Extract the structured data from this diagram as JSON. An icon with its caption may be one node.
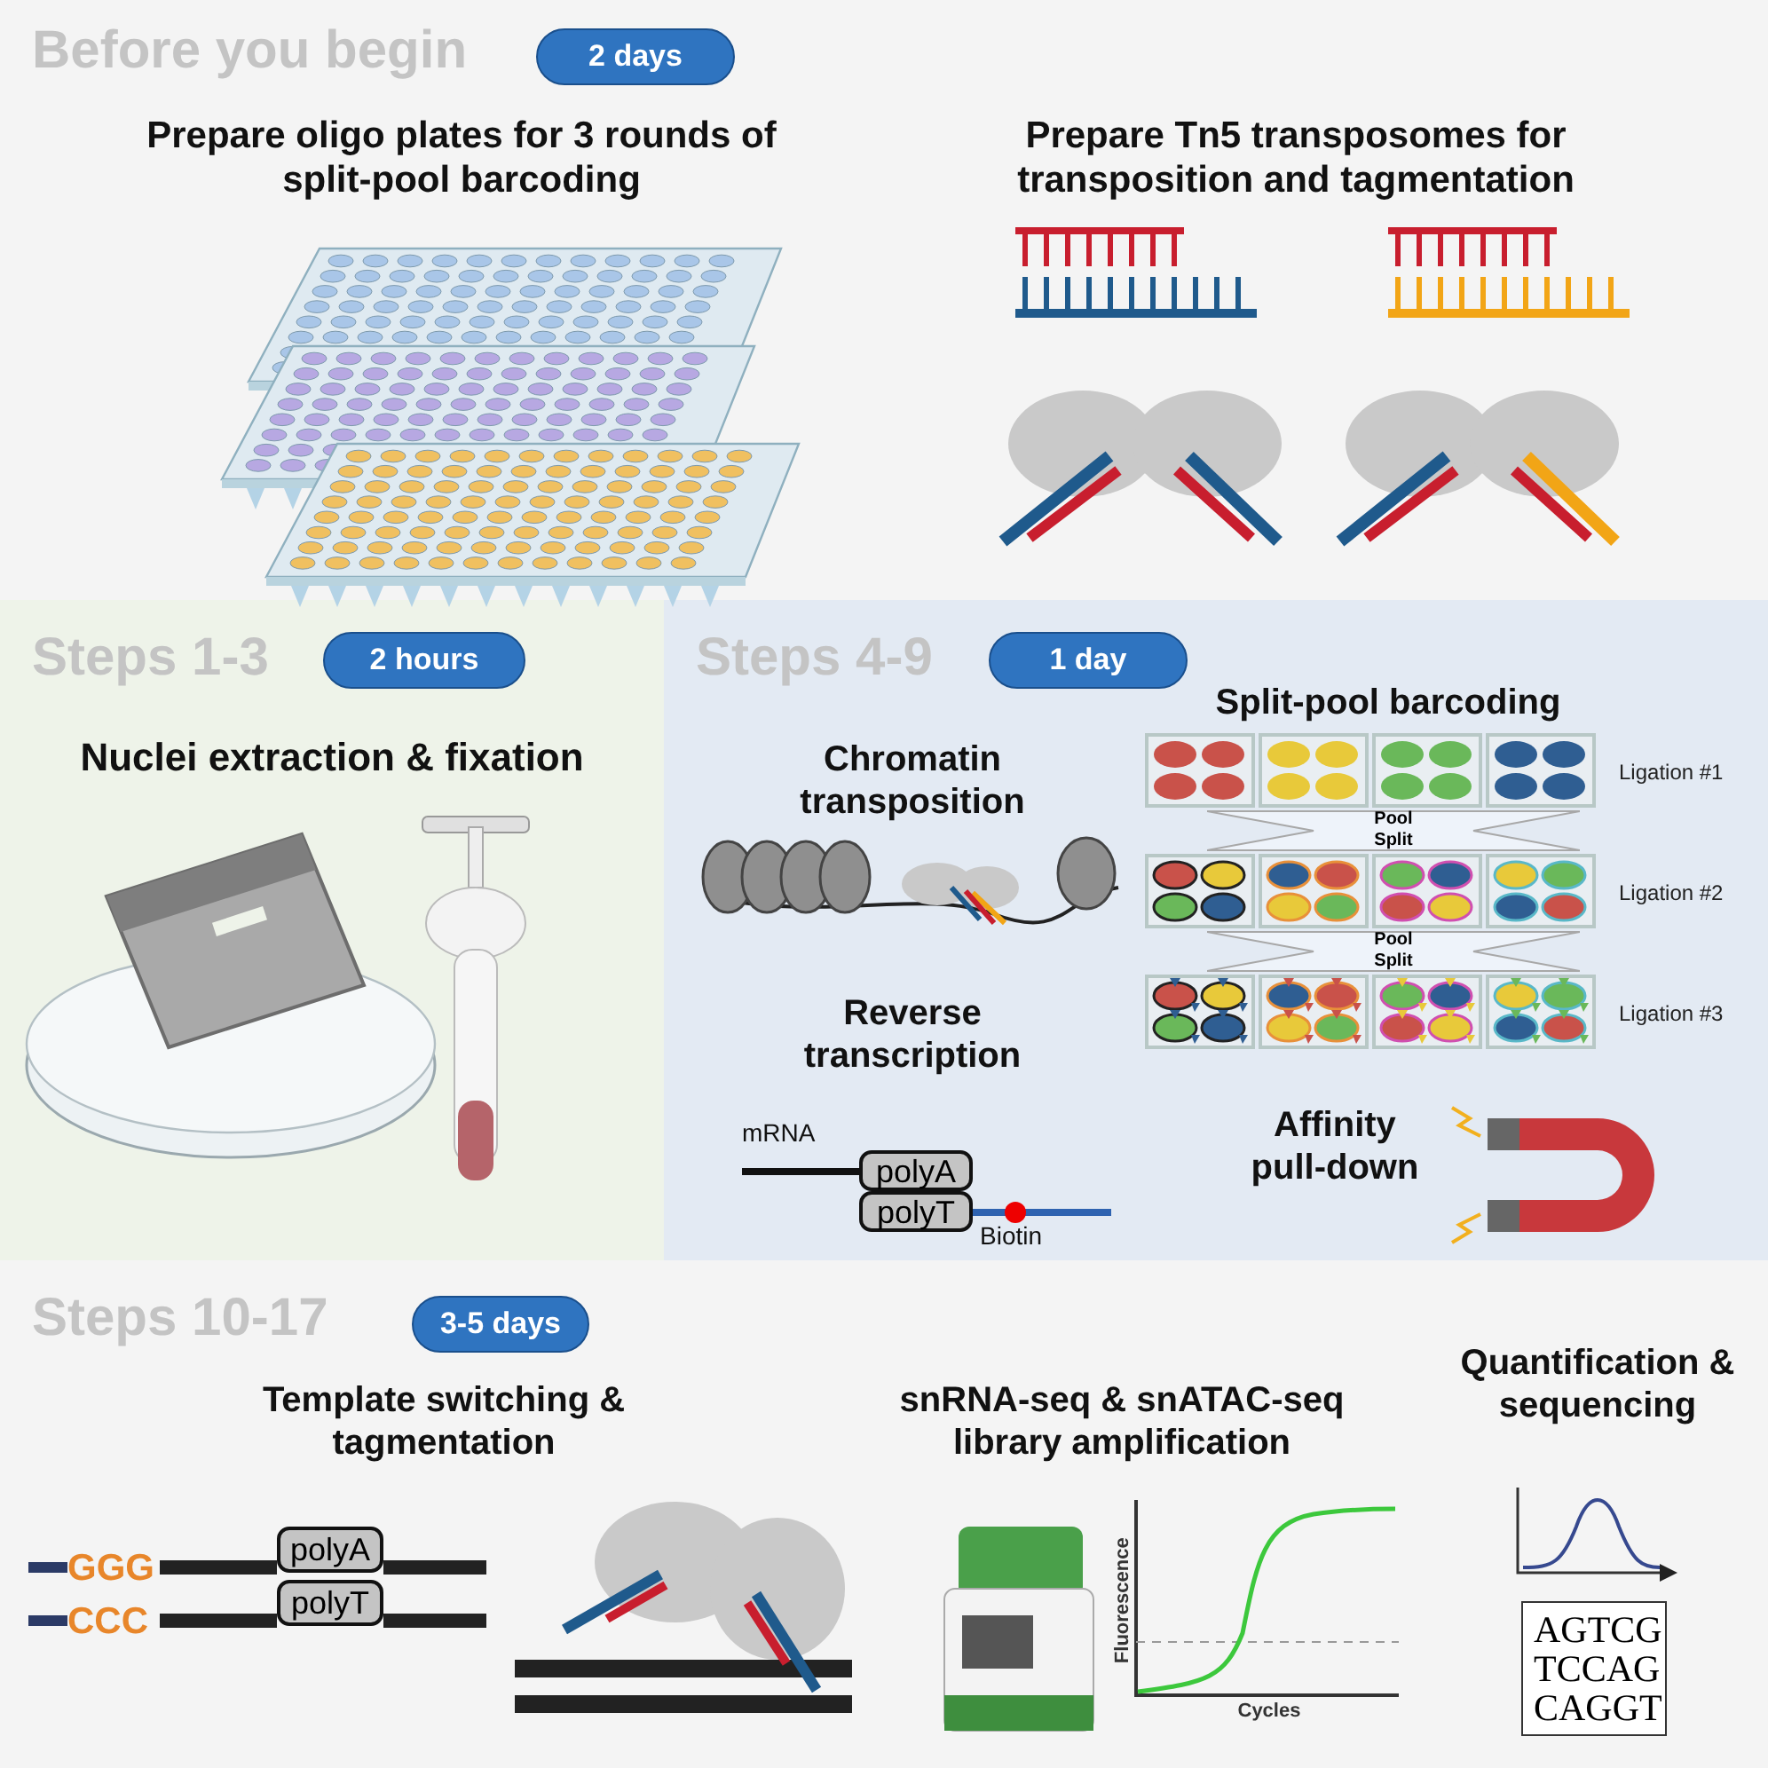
{
  "diagram": {
    "nodes": [
      {
        "text": [
          "Before you begin"
        ]
      },
      {
        "text": [
          "2 days"
        ],
        "in": 0
      },
      {
        "text": [
          "Steps 1-3"
        ]
      },
      {
        "text": [
          "2 hours"
        ],
        "in": 2
      },
      {
        "text": [
          "Steps 4-9"
        ]
      },
      {
        "text": [
          "1 day"
        ],
        "in": 4
      },
      {
        "text": [
          "Pool",
          "Split"
        ],
        "in": 4
      },
      {
        "text": [
          "Pool",
          "Split"
        ],
        "in": 4
      },
      {
        "text": [
          "polyA"
        ],
        "in": 4
      },
      {
        "text": [
          "polyT"
        ],
        "in": 4
      },
      {
        "text": [
          "Steps 10-17"
        ]
      },
      {
        "text": [
          "3-5 days"
        ],
        "in": 10
      },
      {
        "text": [
          "polyA"
        ],
        "in": 10
      },
      {
        "text": [
          "polyT"
        ],
        "in": 10
      },
      {
        "text": [
          "AGTCG TCCAG CAGGT"
        ],
        "in": 10
      }
    ],
    "labels": [
      "Prepare oligo plates for 3 rounds of split-pool barcoding",
      "Prepare Tn5 transposomes for transposition and tagmentation",
      "Nuclei extraction & fixation",
      "Split-pool barcoding",
      "Chromatin transposition",
      "Ligation #1",
      "Ligation #2",
      "Reverse transcription",
      "Ligation #3",
      "mRNA",
      "Affinity pull-down",
      "Biotin",
      "Template switching & tagmentation",
      "snRNA-seq & snATAC-seq library amplification",
      "Quantification & sequencing",
      "GGG",
      "CCC",
      "Fluorescence",
      "Cycles"
    ]
  }
}
